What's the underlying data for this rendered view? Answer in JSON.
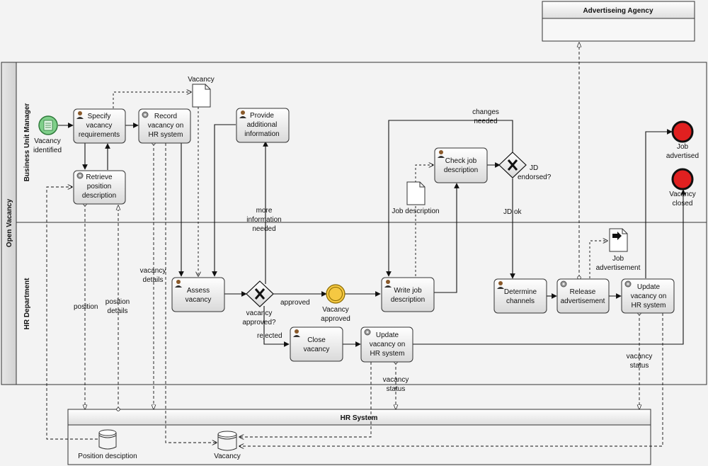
{
  "pools": {
    "agency": "Advertiseing Agency",
    "open_vacancy": "Open Vacancy",
    "hr_system": "HR System"
  },
  "lanes": {
    "bum": "Business Unit Manager",
    "hrd": "HR Department"
  },
  "tasks": {
    "specify": [
      "Specify",
      "vacancy",
      "requirements"
    ],
    "record": [
      "Record",
      "vacancy on",
      "HR system"
    ],
    "retrieve": [
      "Retrieve",
      "position",
      "description"
    ],
    "provide": [
      "Provide",
      "additional",
      "information"
    ],
    "check": [
      "Check job",
      "description"
    ],
    "assess": [
      "Assess",
      "vacancy"
    ],
    "write": [
      "Write job",
      "description"
    ],
    "determine": [
      "Determine",
      "channels"
    ],
    "release": [
      "Release",
      "advertisement"
    ],
    "update1": [
      "Update",
      "vacancy on",
      "HR system"
    ],
    "close": [
      "Close",
      "vacancy"
    ],
    "update2": [
      "Update",
      "vacancy on",
      "HR system"
    ]
  },
  "events": {
    "start": [
      "Vacancy",
      "identified"
    ],
    "intermediate": [
      "Vacancy",
      "approved"
    ],
    "end_advertised": [
      "Job",
      "advertised"
    ],
    "end_closed": [
      "Vacancy",
      "closed"
    ]
  },
  "gateways": {
    "approved_q": [
      "vacancy",
      "approved?"
    ],
    "endorsed_q": [
      "JD",
      "endorsed?"
    ]
  },
  "artifacts": {
    "doc_vacancy": "Vacancy",
    "doc_jobdesc": "Job description",
    "doc_jobadv": [
      "Job",
      "advertisement"
    ],
    "db_position": "Position desciption",
    "db_vacancy": "Vacancy"
  },
  "labels": {
    "more_info": [
      "more",
      "information",
      "needed"
    ],
    "approved": "approved",
    "rejected": "rejected",
    "changes": [
      "changes",
      "needed"
    ],
    "jd_ok": "JD ok",
    "vacancy_details": [
      "vacancy",
      "details"
    ],
    "position": "position",
    "position_details": [
      "position",
      "details"
    ],
    "vacancy_status1": [
      "vacancy",
      "status"
    ],
    "vacancy_status2": [
      "vacancy",
      "status"
    ]
  },
  "colors": {
    "background": "#f3f3f3",
    "task_fill_top": "#ffffff",
    "task_fill_bottom": "#dcdcdc",
    "start_event": "#7fcf8a",
    "intermediate_event": "#f5c842",
    "end_event": "#e02020",
    "line": "#111111"
  }
}
